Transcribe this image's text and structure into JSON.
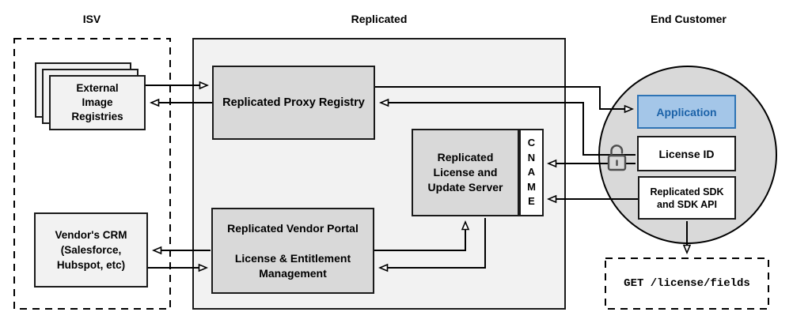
{
  "sections": {
    "isv": {
      "label": "ISV"
    },
    "replicated": {
      "label": "Replicated"
    },
    "end_customer": {
      "label": "End Customer"
    }
  },
  "nodes": {
    "external_image_registries": {
      "lines": [
        "External",
        "Image",
        "Registries"
      ]
    },
    "vendors_crm": {
      "lines": [
        "Vendor's CRM",
        "(Salesforce,",
        "Hubspot, etc)"
      ]
    },
    "replicated_proxy_registry": {
      "label": "Replicated Proxy Registry"
    },
    "replicated_vendor_portal": {
      "title": "Replicated Vendor Portal",
      "subtitle_lines": [
        "License & Entitlement",
        "Management"
      ]
    },
    "replicated_license_update_server": {
      "lines": [
        "Replicated",
        "License and",
        "Update Server"
      ]
    },
    "cname_strip": {
      "letters": [
        "C",
        "N",
        "A",
        "M",
        "E"
      ]
    },
    "application": {
      "label": "Application"
    },
    "license_id": {
      "label": "License ID"
    },
    "replicated_sdk": {
      "lines": [
        "Replicated SDK",
        "and SDK API"
      ]
    },
    "get_license_fields": {
      "label": "GET /license/fields"
    }
  },
  "icons": {
    "lock": "unlocked-padlock-icon"
  },
  "colors": {
    "background": "#ffffff",
    "container_fill": "#f2f2f2",
    "node_fill_gray": "#d9d9d9",
    "node_fill_light": "#f2f2f2",
    "circle_fill": "#d9d9d9",
    "application_fill": "#a4c6e8",
    "application_border": "#2f74b5",
    "application_text": "#1b62a8",
    "line_color": "#000000"
  }
}
